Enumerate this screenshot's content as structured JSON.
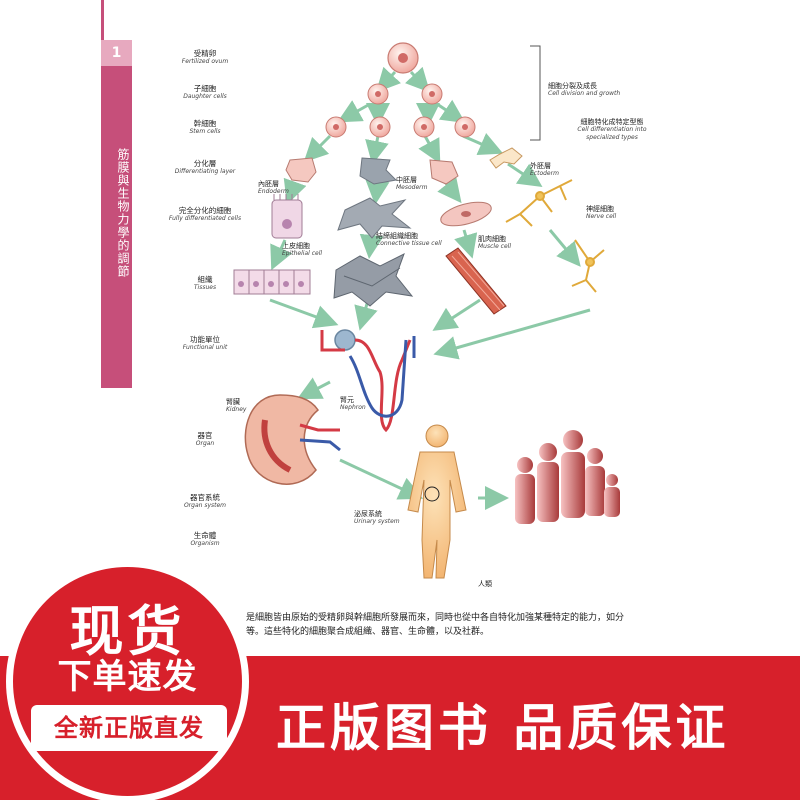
{
  "chapter": {
    "number": "1",
    "title": "筋膜與生物力學的調節"
  },
  "stages": [
    {
      "zh": "受精卵",
      "en": "Fertilized ovum"
    },
    {
      "zh": "子細胞",
      "en": "Daughter cells"
    },
    {
      "zh": "幹細胞",
      "en": "Stem cells"
    },
    {
      "zh": "分化層",
      "en": "Differentiating layer"
    },
    {
      "zh": "完全分化的細胞",
      "en": "Fully differentiated cells"
    },
    {
      "zh": "組織",
      "en": "Tissues"
    },
    {
      "zh": "功能單位",
      "en": "Functional unit"
    },
    {
      "zh": "器官",
      "en": "Organ"
    },
    {
      "zh": "器官系統",
      "en": "Organ system"
    },
    {
      "zh": "生命體",
      "en": "Organism"
    }
  ],
  "labels": {
    "cell_division": {
      "zh": "細胞分裂及成長",
      "en": "Cell division and growth"
    },
    "cell_differentiation": {
      "zh": "細胞特化成特定型態",
      "en": "Cell differentiation into specialized types"
    },
    "endoderm": {
      "zh": "內胚層",
      "en": "Endoderm"
    },
    "mesoderm": {
      "zh": "中胚層",
      "en": "Mesoderm"
    },
    "ectoderm": {
      "zh": "外胚層",
      "en": "Ectoderm"
    },
    "epithelial": {
      "zh": "上皮細胞",
      "en": "Epithelial cell"
    },
    "connective": {
      "zh": "結締組織細胞",
      "en": "Connective tissue cell"
    },
    "muscle": {
      "zh": "肌肉細胞",
      "en": "Muscle cell"
    },
    "nerve": {
      "zh": "神經細胞",
      "en": "Nerve cell"
    },
    "kidney": {
      "zh": "腎臟",
      "en": "Kidney"
    },
    "nephron": {
      "zh": "腎元",
      "en": "Nephron"
    },
    "urinary": {
      "zh": "泌尿系統",
      "en": "Urinary system"
    },
    "human": {
      "zh": "人類"
    }
  },
  "caption": {
    "line1": "是細胞皆由原始的受精卵與幹細胞所發展而來，同時也從中各自特化加強某種特定的能力，如分",
    "line2": "等。這些特化的細胞聚合成組織、器官、生命體，以及社群。"
  },
  "promo": {
    "circle_line1": "现货",
    "circle_line2": "下单速发",
    "circle_banner": "全新正版直发",
    "main": "正版图书 品质保证"
  },
  "colors": {
    "accent": "#c64f7a",
    "promo_red": "#d7202b",
    "arrow_green": "#8cc9a7"
  }
}
